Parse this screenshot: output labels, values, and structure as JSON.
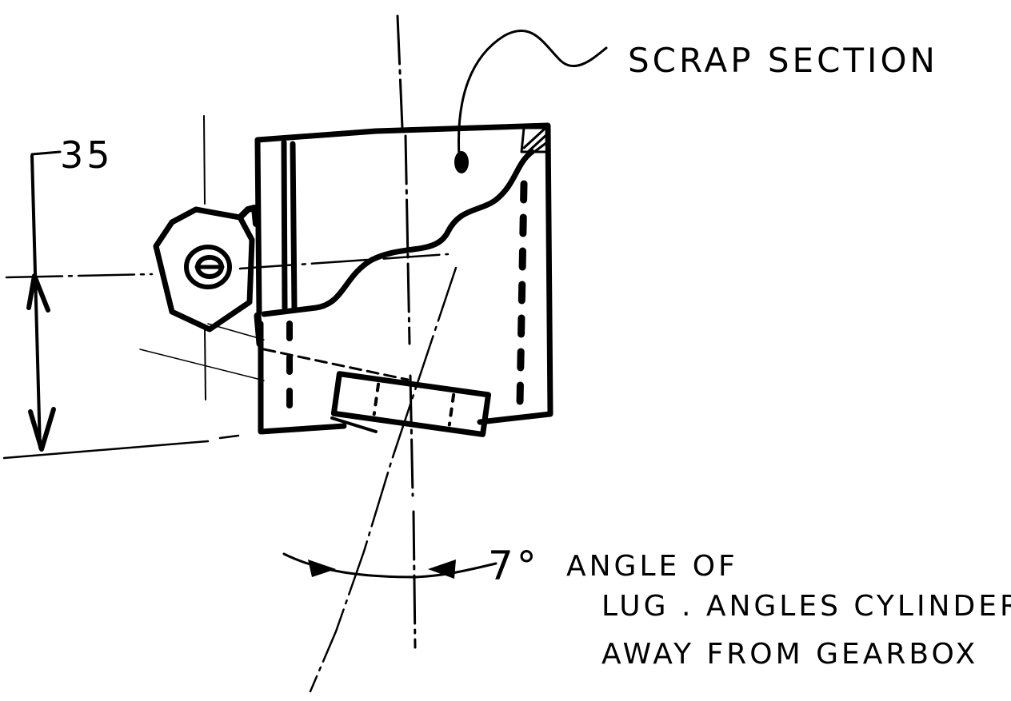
{
  "drawing": {
    "annotation_scrap": "SCRAP SECTION",
    "dimension_value": "35",
    "angle_value": "7°",
    "note_lines": [
      "ANGLE OF",
      "LUG . ANGLES CYLINDER",
      "AWAY FROM GEARBOX"
    ],
    "ink_color": "#000000",
    "paper_color": "#ffffff"
  }
}
